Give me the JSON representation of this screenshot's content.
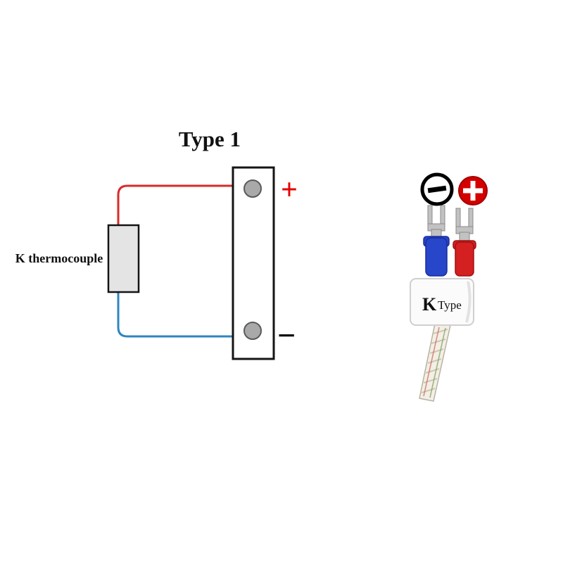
{
  "title": "Type 1",
  "schematic": {
    "component_label": "K thermocouple",
    "positive_label": "+",
    "negative_label": "−",
    "colors": {
      "positive_wire": "#d92b2b",
      "negative_wire": "#2e86c1",
      "plus_text": "#e60000",
      "terminal_fill": "#a9a9a9",
      "component_fill": "#e4e4e4",
      "outline": "#141414"
    }
  },
  "photo": {
    "minus_symbol": "−",
    "plus_symbol": "+",
    "body_label_k": "K",
    "body_label_type": "Type",
    "colors": {
      "plus_badge": "#d40000",
      "minus_badge": "#000000",
      "left_sleeve": "#2746c9",
      "right_sleeve": "#d42020",
      "metal": "#c2c2c2",
      "cable": "#f3efe6"
    }
  },
  "icons": {
    "minus_badge": "−",
    "plus_badge": "+"
  }
}
